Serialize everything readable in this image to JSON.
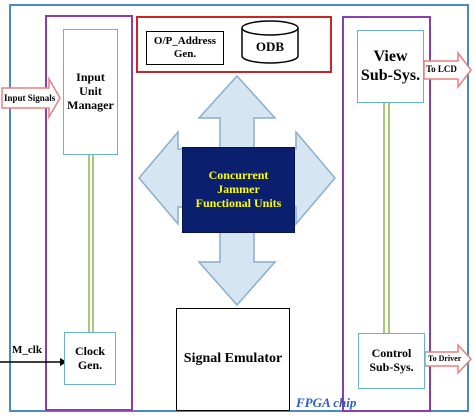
{
  "diagram": {
    "chip_label": "FPGA chip",
    "blocks": {
      "op_address_gen": "O/P_Address\nGen.",
      "odb": "ODB",
      "input_unit_manager": "Input\nUnit\nManager",
      "clock_gen": "Clock\nGen.",
      "concurrent_units": "Concurrent\nJammer\nFunctional Units",
      "signal_emulator": "Signal Emulator",
      "view_subsys": "View\nSub-Sys.",
      "control_subsys": "Control\nSub-Sys."
    },
    "io": {
      "input_signals": "Input Signals",
      "m_clk": "M_clk",
      "to_lcd": "To LCD",
      "to_driver": "To Driver"
    }
  },
  "colors": {
    "chip_border": "#4a8ac8",
    "purple": "#8a3db0",
    "red": "#c8262b",
    "teal": "#66b4d0",
    "arrow_fill": "#d5e6f2",
    "arrow_stroke": "#8aaecc",
    "core_fill": "#0a1f6e",
    "core_text": "#ffff00",
    "connector": "#a8c878",
    "io_arrow": "#e88080",
    "chip_text": "#2f5fb3"
  }
}
